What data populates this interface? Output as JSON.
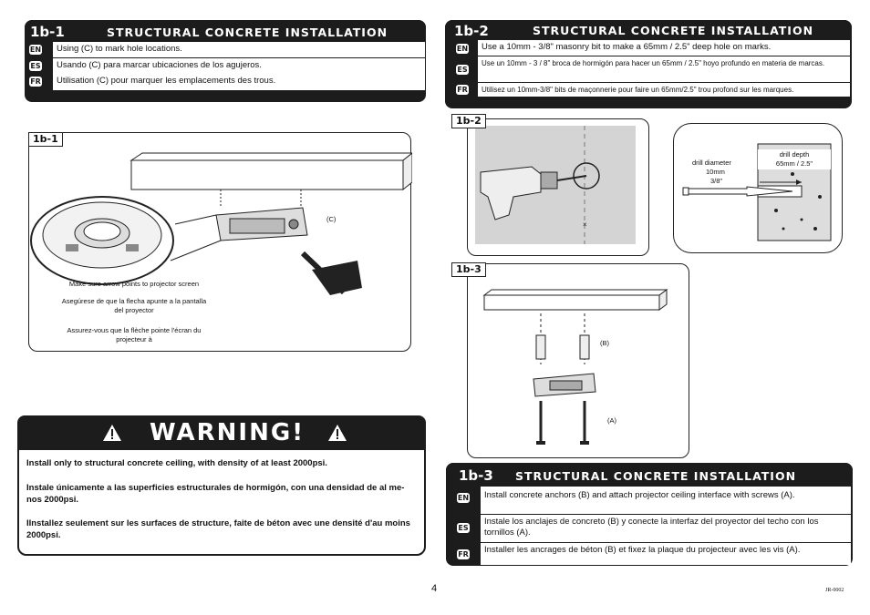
{
  "step1": {
    "step": "1b-1",
    "title": "STRUCTURAL CONCRETE INSTALLATION",
    "rows": [
      {
        "lang": "EN",
        "text": "Using (C) to mark hole locations."
      },
      {
        "lang": "ES",
        "text": "Usando (C) para marcar ubicaciones de los agujeros."
      },
      {
        "lang": "FR",
        "text": "Utilisation (C) pour marquer les emplacements des trous."
      }
    ]
  },
  "step2": {
    "step": "1b-2",
    "title": "STRUCTURAL CONCRETE INSTALLATION",
    "rows": [
      {
        "lang": "EN",
        "text": "Use a 10mm - 3/8\" masonry bit to make a 65mm / 2.5\" deep hole on marks."
      },
      {
        "lang": "ES",
        "text": "Use un 10mm - 3 / 8\" broca de hormigón para hacer un 65mm / 2.5\" hoyo profundo en materia de marcas."
      },
      {
        "lang": "FR",
        "text": "Utilisez un 10mm-3/8\" bits de maçonnerie pour faire un 65mm/2.5\" trou profond sur les marques."
      }
    ]
  },
  "step3": {
    "step": "1b-3",
    "title": "STRUCTURAL CONCRETE INSTALLATION",
    "rows": [
      {
        "lang": "EN",
        "text": "Install concrete anchors (B) and attach projector ceiling interface with screws (A)."
      },
      {
        "lang": "ES",
        "text": "Instale los anclajes de concreto (B) y conecte la interfaz del proyector del techo con los tornillos (A)."
      },
      {
        "lang": "FR",
        "text": "Installer les ancrages de béton (B) et fixez la plaque du projecteur avec les vis (A)."
      }
    ]
  },
  "fig1": {
    "tag": "1b-1",
    "label_c": "(C)",
    "caption_en": "Make sure arrow points to projector screen",
    "caption_es": "Asegúrese de que la flecha apunte a la pantalla del proyector",
    "caption_fr": "Assurez-vous que la flèche pointe l'écran du projecteur à"
  },
  "fig2": {
    "tag": "1b-2",
    "drill_diameter": "drill diameter",
    "diameter_mm": "10mm",
    "diameter_in": "3/8\"",
    "drill_depth": "drill depth",
    "depth_value": "65mm / 2.5\""
  },
  "fig3": {
    "tag": "1b-3",
    "label_b": "(B)",
    "label_a": "(A)"
  },
  "warning": {
    "title": "WARNING!",
    "lines": [
      "Install only to structural concrete ceiling, with density of at least 2000psi.",
      "Instale únicamente a las superficies estructurales de hormigón, con una densidad de al me-nos 2000psi.",
      "IInstallez seulement sur les surfaces de structure, faite de béton avec une densité d'au moins 2000psi."
    ]
  },
  "footer": {
    "page": "4",
    "code": "JR-0002"
  }
}
